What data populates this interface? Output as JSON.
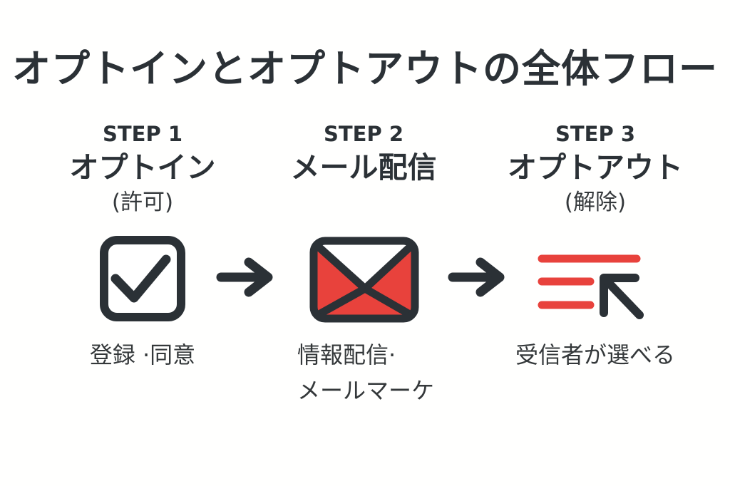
{
  "title": "オプトインとオプトアウトの全体フロー",
  "colors": {
    "dark": "#2b3136",
    "red": "#e8423c",
    "background": "#fffffe"
  },
  "steps": [
    {
      "label": "STEP 1",
      "name": "オプトイン",
      "annotation": "(許可)",
      "icon": "checkbox-icon",
      "caption_lines": [
        "登録 ·同意"
      ]
    },
    {
      "label": "STEP 2",
      "name": "メール配信",
      "annotation": "",
      "icon": "mail-icon",
      "caption_lines": [
        "情報配信·",
        "メールマーケ"
      ]
    },
    {
      "label": "STEP 3",
      "name": "オプトアウト",
      "annotation": "(解除)",
      "icon": "opt-out-arrow-icon",
      "caption_lines": [
        "受信者が選べる"
      ]
    }
  ],
  "arrow_glyph": "→"
}
